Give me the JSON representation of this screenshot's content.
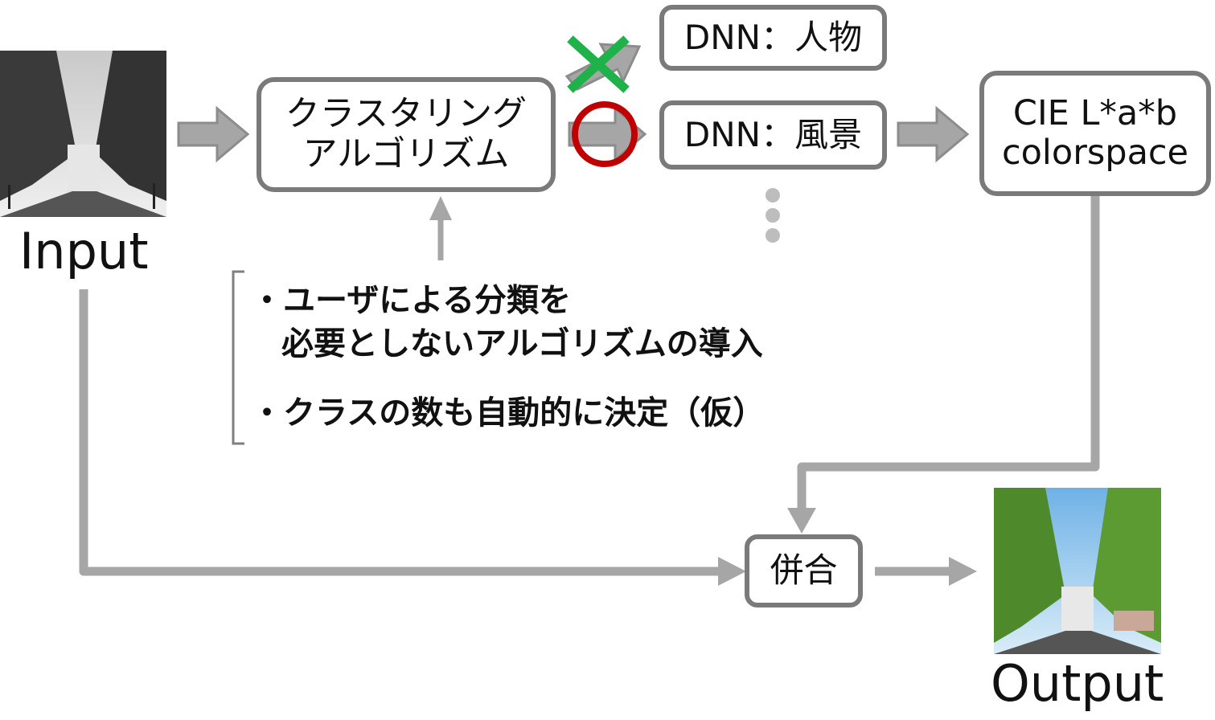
{
  "input_label": "Input",
  "output_label": "Output",
  "clustering_box": {
    "line1": "クラスタリング",
    "line2": "アルゴリズム"
  },
  "dnn_person": "DNN：人物",
  "dnn_scenery": "DNN：風景",
  "cie_box": {
    "line1": "CIE L*a*b",
    "line2": "colorspace"
  },
  "merge_box": "併合",
  "notes": {
    "bullet1_line1": "・ユーザによる分類を",
    "bullet1_line2": "必要としないアルゴリズムの導入",
    "bullet2": "・クラスの数も自動的に決定（仮）"
  },
  "colors": {
    "arrow": "#a6a6a6",
    "border": "#7a7a7a",
    "cross": "#1fb14a",
    "circle": "#c00000"
  }
}
